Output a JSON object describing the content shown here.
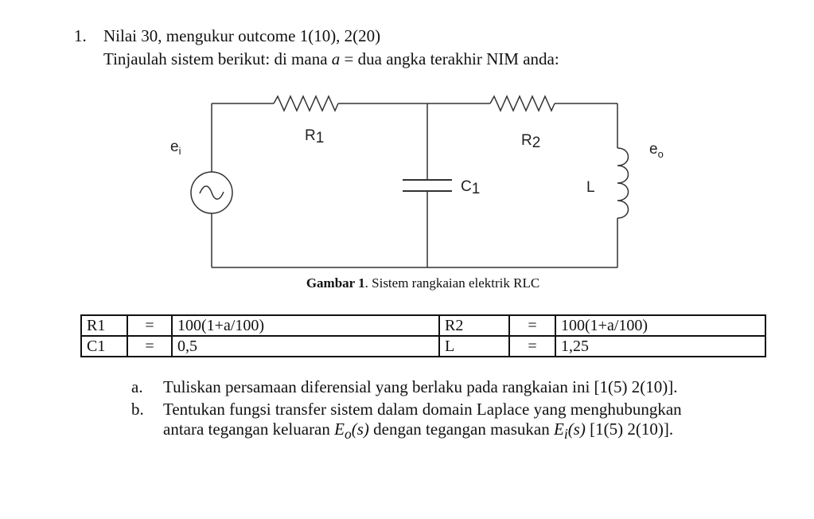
{
  "question": {
    "number": "1.",
    "header": "Nilai 30, mengukur outcome 1(10), 2(20)",
    "intro_pre": "Tinjaulah sistem berikut: di mana ",
    "intro_var": "a",
    "intro_post": " = dua angka terakhir NIM anda:"
  },
  "circuit": {
    "source_label": "e",
    "source_sub": "i",
    "output_label": "e",
    "output_sub": "o",
    "r1_label": "R",
    "r1_sub": "1",
    "r2_label": "R",
    "r2_sub": "2",
    "c1_label": "C",
    "c1_sub": "1",
    "l_label": "L"
  },
  "figure_caption": {
    "bold": "Gambar 1",
    "rest": ". Sistem rangkaian elektrik RLC"
  },
  "parameters": [
    {
      "left_name": "R1",
      "left_eq": "=",
      "left_value": "100(1+a/100)",
      "right_name": "R2",
      "right_eq": "=",
      "right_value": "100(1+a/100)"
    },
    {
      "left_name": "C1",
      "left_eq": "=",
      "left_value": "0,5",
      "right_name": "L",
      "right_eq": "=",
      "right_value": "1,25"
    }
  ],
  "parts": {
    "a_label": "a.",
    "a_text": "Tuliskan persamaan diferensial yang berlaku pada rangkaian ini [1(5) 2(10)].",
    "b_label": "b.",
    "b_line1": "Tentukan fungsi transfer sistem dalam domain Laplace yang menghubungkan",
    "b_line2_pre": "antara tegangan keluaran ",
    "b_eo": "E",
    "b_eo_sub": "o",
    "b_s1": "(s)",
    "b_mid": " dengan tegangan masukan ",
    "b_ei": "E",
    "b_ei_sub": "i",
    "b_s2": "(s)",
    "b_post": " [1(5) 2(10)]."
  }
}
